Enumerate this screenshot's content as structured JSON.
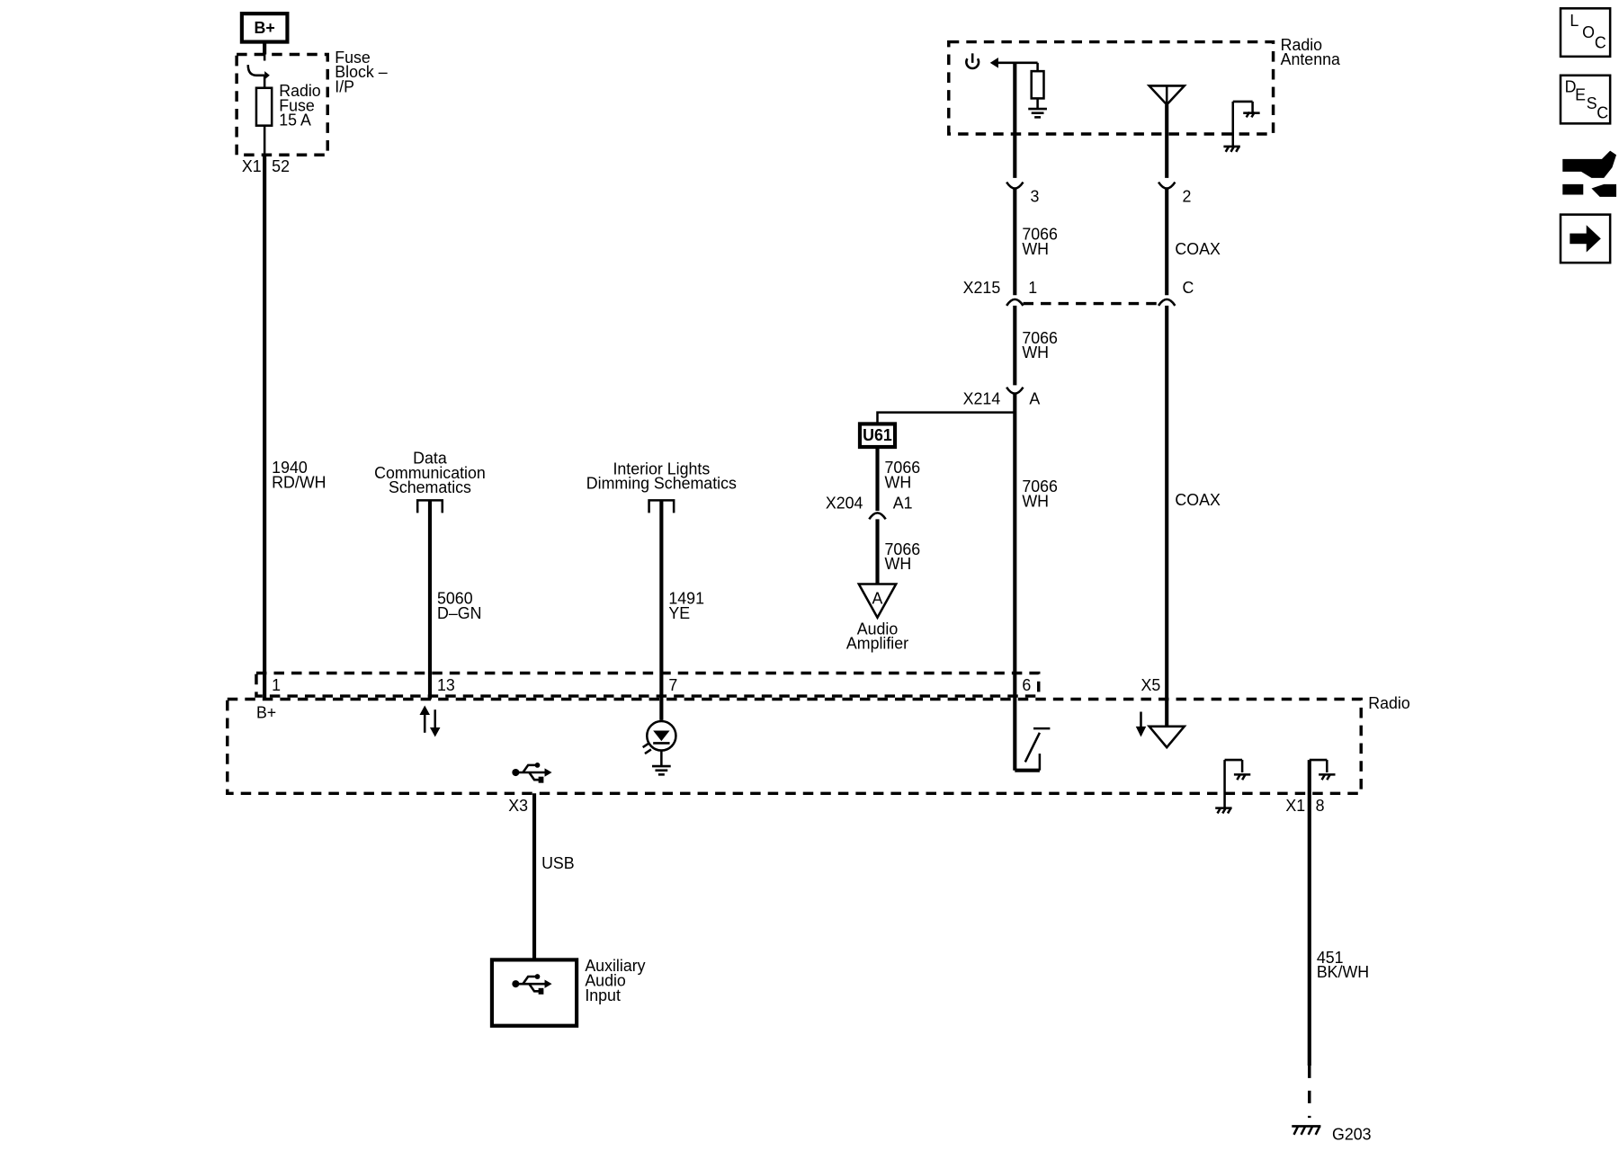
{
  "power": {
    "b_plus": "B+"
  },
  "fuse_block": {
    "title_lines": [
      "Fuse",
      "Block –",
      "I/P"
    ],
    "fuse_lines": [
      "Radio",
      "Fuse",
      "15 A"
    ],
    "connector": "X1",
    "pin": "52"
  },
  "radio_antenna": {
    "title_lines": [
      "Radio",
      "Antenna"
    ]
  },
  "wires": {
    "b_plus_wire": [
      "1940",
      "RD/WH"
    ],
    "data_wire": [
      "5060",
      "D–GN"
    ],
    "dimming_wire": [
      "1491",
      "YE"
    ],
    "antenna_power_a": [
      "7066",
      "WH"
    ],
    "antenna_power_b": [
      "7066",
      "WH"
    ],
    "antenna_power_c": [
      "7066",
      "WH"
    ],
    "u61_wire_a": [
      "7066",
      "WH"
    ],
    "u61_wire_b": [
      "7066",
      "WH"
    ],
    "coax_a": "COAX",
    "coax_b": "COAX",
    "usb": "USB",
    "ground_wire": [
      "451",
      "BK/WH"
    ]
  },
  "references": {
    "data_comm": [
      "Data",
      "Communication",
      "Schematics"
    ],
    "interior_lights": [
      "Interior Lights",
      "Dimming Schematics"
    ],
    "audio_amp": [
      "Audio",
      "Amplifier"
    ],
    "audio_amp_symbol": "A",
    "u61": "U61"
  },
  "connectors": {
    "antenna_pin_3": "3",
    "antenna_pin_2": "2",
    "x215": "X215",
    "x215_pin_1": "1",
    "x215_pin_c": "C",
    "x214": "X214",
    "x214_pin_a": "A",
    "x204": "X204",
    "x204_pin_a1": "A1",
    "radio_pin_1": "1",
    "radio_pin_13": "13",
    "radio_pin_7": "7",
    "radio_pin_6": "6",
    "radio_x5": "X5",
    "radio_x3": "X3",
    "radio_x1": "X1",
    "radio_x1_pin_8": "8"
  },
  "radio": {
    "title": "Radio",
    "b_plus_label": "B+"
  },
  "aux": {
    "title_lines": [
      "Auxiliary",
      "Audio",
      "Input"
    ]
  },
  "ground": {
    "id": "G203"
  },
  "nav_icons": {
    "loc": [
      "L",
      "O",
      "C"
    ],
    "desc": [
      "D",
      "E",
      "S",
      "C"
    ]
  }
}
